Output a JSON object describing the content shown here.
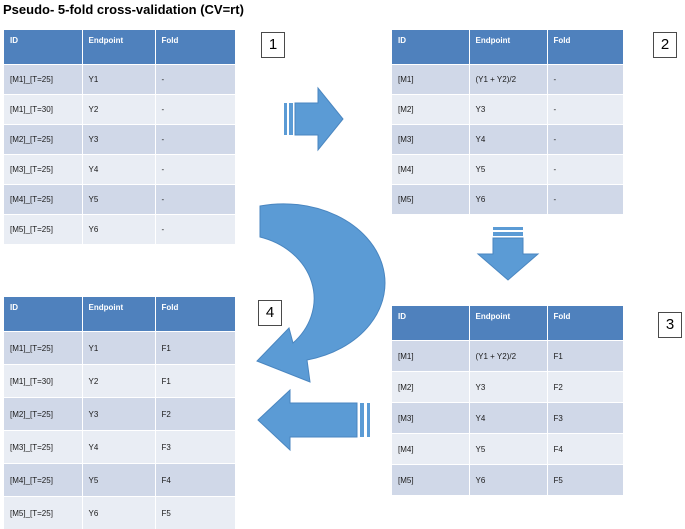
{
  "title": "Pseudo- 5-fold cross-validation (CV=rt)",
  "columns": [
    "ID",
    "Endpoint",
    "Fold"
  ],
  "tables": [
    {
      "number": "1",
      "rows": [
        [
          "[M1]_[T=25]",
          "Y1",
          "-"
        ],
        [
          "[M1]_[T=30]",
          "Y2",
          "-"
        ],
        [
          "[M2]_[T=25]",
          "Y3",
          "-"
        ],
        [
          "[M3]_[T=25]",
          "Y4",
          "-"
        ],
        [
          "[M4]_[T=25]",
          "Y5",
          "-"
        ],
        [
          "[M5]_[T=25]",
          "Y6",
          "-"
        ]
      ]
    },
    {
      "number": "2",
      "rows": [
        [
          "[M1]",
          "(Y1 + Y2)/2",
          "-"
        ],
        [
          "[M2]",
          "Y3",
          "-"
        ],
        [
          "[M3]",
          "Y4",
          "-"
        ],
        [
          "[M4]",
          "Y5",
          "-"
        ],
        [
          "[M5]",
          "Y6",
          "-"
        ]
      ]
    },
    {
      "number": "3",
      "rows": [
        [
          "[M1]",
          "(Y1 + Y2)/2",
          "F1"
        ],
        [
          "[M2]",
          "Y3",
          "F2"
        ],
        [
          "[M3]",
          "Y4",
          "F3"
        ],
        [
          "[M4]",
          "Y5",
          "F4"
        ],
        [
          "[M5]",
          "Y6",
          "F5"
        ]
      ]
    },
    {
      "number": "4",
      "rows": [
        [
          "[M1]_[T=25]",
          "Y1",
          "F1"
        ],
        [
          "[M1]_[T=30]",
          "Y2",
          "F1"
        ],
        [
          "[M2]_[T=25]",
          "Y3",
          "F2"
        ],
        [
          "[M3]_[T=25]",
          "Y4",
          "F3"
        ],
        [
          "[M4]_[T=25]",
          "Y5",
          "F4"
        ],
        [
          "[M5]_[T=25]",
          "Y6",
          "F5"
        ]
      ]
    }
  ],
  "colors": {
    "header": "#4f81bd",
    "row_odd": "#d0d8e8",
    "row_even": "#e9edf4",
    "arrow": "#5b9bd5"
  }
}
